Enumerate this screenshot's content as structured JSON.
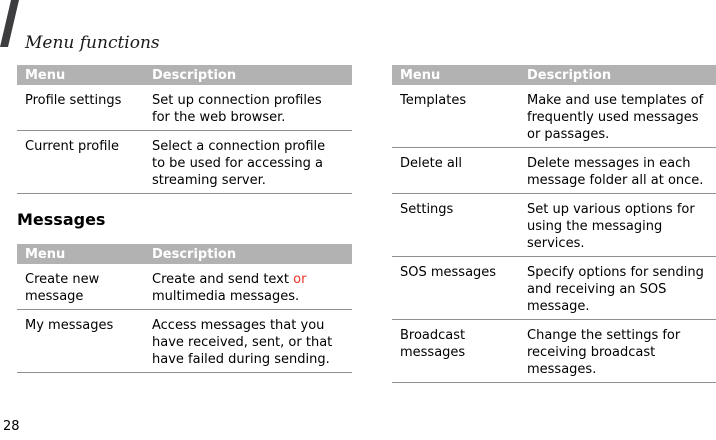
{
  "colors": {
    "header-bg": "#b2b2b2",
    "header-text": "#ffffff",
    "divider": "#8f8f8f",
    "accent": "#ee3124",
    "corner-bar": "#3d3d3f",
    "text": "#000000"
  },
  "page": {
    "chapter_title": "Menu functions",
    "page_number": "28"
  },
  "table_header": {
    "menu": "Menu",
    "description": "Description"
  },
  "left": {
    "table1": {
      "rows": [
        {
          "menu": "Profile settings",
          "desc": "Set up connection profiles\nfor the web browser."
        },
        {
          "menu": "Current profile",
          "desc": "Select a connection profile\nto be used for accessing a\nstreaming server."
        }
      ]
    },
    "section_heading": "Messages",
    "table2": {
      "rows": [
        {
          "menu": "Create new\nmessage",
          "desc_before": "Create and send text ",
          "desc_red": "or",
          "desc_after": "\nmultimedia messages."
        },
        {
          "menu": "My messages",
          "desc": "Access messages that you\nhave received, sent, or that\nhave failed during sending."
        }
      ]
    }
  },
  "right": {
    "table": {
      "rows": [
        {
          "menu": "Templates",
          "desc": "Make and use templates of\nfrequently used messages\nor passages."
        },
        {
          "menu": "Delete all",
          "desc": "Delete messages in each\nmessage folder all at once."
        },
        {
          "menu": "Settings",
          "desc": "Set up various options for\nusing the messaging\nservices."
        },
        {
          "menu": "SOS messages",
          "desc": "Specify options for sending\nand receiving an SOS\nmessage."
        },
        {
          "menu": "Broadcast\nmessages",
          "desc": "Change the settings for\nreceiving broadcast\nmessages."
        }
      ]
    }
  }
}
